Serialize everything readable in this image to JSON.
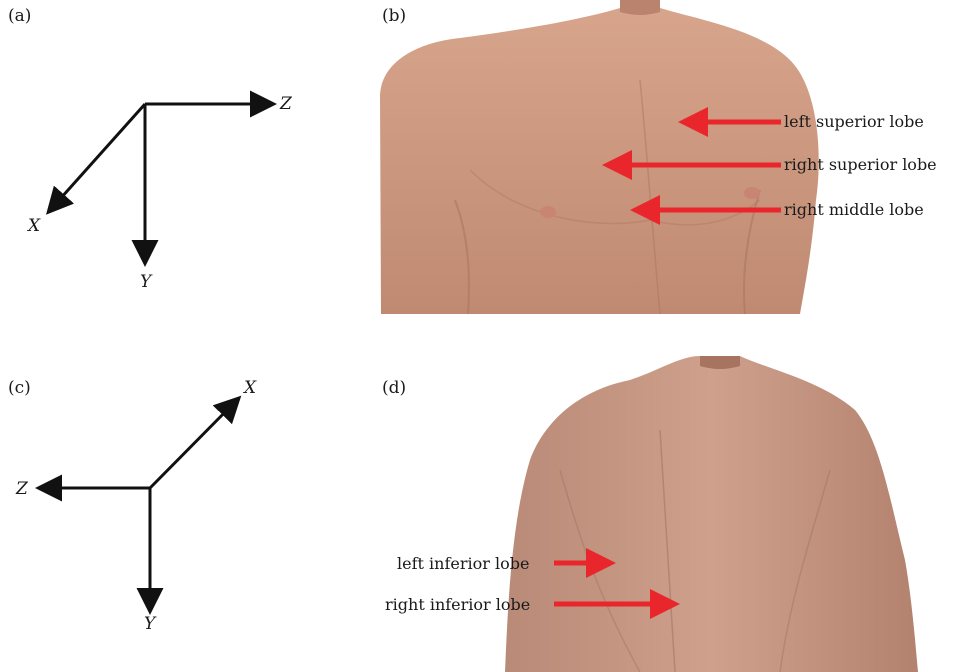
{
  "panels": {
    "a": {
      "label": "(a)",
      "axes": {
        "z": "Z",
        "x": "X",
        "y": "Y"
      }
    },
    "b": {
      "label": "(b)",
      "lobes": [
        "left superior lobe",
        "right superior lobe",
        "right middle lobe"
      ]
    },
    "c": {
      "label": "(c)",
      "axes": {
        "x": "X",
        "z": "Z",
        "y": "Y"
      }
    },
    "d": {
      "label": "(d)",
      "lobes": [
        "left inferior lobe",
        "right inferior lobe"
      ]
    }
  },
  "colors": {
    "arrow_red": "#e8262b",
    "axis_black": "#111111",
    "skin": "#c9967c"
  }
}
